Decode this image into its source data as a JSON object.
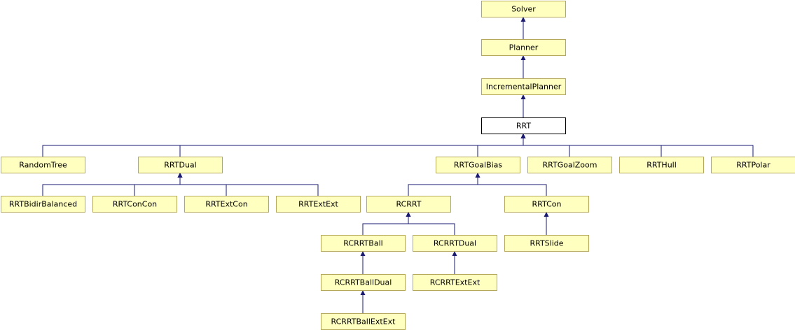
{
  "colors": {
    "background": "#ffffff",
    "node_fill": "#ffffc0",
    "node_border": "#b5a85a",
    "focus_fill": "#ffffff",
    "focus_border": "#000000",
    "edge": "#191970"
  },
  "nodes": [
    {
      "id": "solver",
      "label": "Solver"
    },
    {
      "id": "planner",
      "label": "Planner"
    },
    {
      "id": "incremental-planner",
      "label": "IncrementalPlanner"
    },
    {
      "id": "rrt",
      "label": "RRT",
      "focus": true
    },
    {
      "id": "random-tree",
      "label": "RandomTree"
    },
    {
      "id": "rrt-dual",
      "label": "RRTDual"
    },
    {
      "id": "rrt-goal-bias",
      "label": "RRTGoalBias"
    },
    {
      "id": "rrt-goal-zoom",
      "label": "RRTGoalZoom"
    },
    {
      "id": "rrt-hull",
      "label": "RRTHull"
    },
    {
      "id": "rrt-polar",
      "label": "RRTPolar"
    },
    {
      "id": "rrt-bidir-balanced",
      "label": "RRTBidirBalanced"
    },
    {
      "id": "rrt-con-con",
      "label": "RRTConCon"
    },
    {
      "id": "rrt-ext-con",
      "label": "RRTExtCon"
    },
    {
      "id": "rrt-ext-ext",
      "label": "RRTExtExt"
    },
    {
      "id": "rcrrt",
      "label": "RCRRT"
    },
    {
      "id": "rrt-con",
      "label": "RRTCon"
    },
    {
      "id": "rcrrt-ball",
      "label": "RCRRTBall"
    },
    {
      "id": "rcrrt-dual",
      "label": "RCRRTDual"
    },
    {
      "id": "rrt-slide",
      "label": "RRTSlide"
    },
    {
      "id": "rcrrt-ball-dual",
      "label": "RCRRTBallDual"
    },
    {
      "id": "rcrrt-ext-ext",
      "label": "RCRRTExtExt"
    },
    {
      "id": "rcrrt-ball-ext-ext",
      "label": "RCRRTBallExtExt"
    }
  ],
  "edges": [
    {
      "child": "planner",
      "parent": "solver"
    },
    {
      "child": "incremental-planner",
      "parent": "planner"
    },
    {
      "child": "rrt",
      "parent": "incremental-planner"
    },
    {
      "child": "random-tree",
      "parent": "rrt"
    },
    {
      "child": "rrt-dual",
      "parent": "rrt"
    },
    {
      "child": "rrt-goal-bias",
      "parent": "rrt"
    },
    {
      "child": "rrt-goal-zoom",
      "parent": "rrt"
    },
    {
      "child": "rrt-hull",
      "parent": "rrt"
    },
    {
      "child": "rrt-polar",
      "parent": "rrt"
    },
    {
      "child": "rrt-bidir-balanced",
      "parent": "rrt-dual"
    },
    {
      "child": "rrt-con-con",
      "parent": "rrt-dual"
    },
    {
      "child": "rrt-ext-con",
      "parent": "rrt-dual"
    },
    {
      "child": "rrt-ext-ext",
      "parent": "rrt-dual"
    },
    {
      "child": "rcrrt",
      "parent": "rrt-goal-bias"
    },
    {
      "child": "rrt-con",
      "parent": "rrt-goal-bias"
    },
    {
      "child": "rcrrt-ball",
      "parent": "rcrrt"
    },
    {
      "child": "rcrrt-dual",
      "parent": "rcrrt"
    },
    {
      "child": "rrt-slide",
      "parent": "rrt-con"
    },
    {
      "child": "rcrrt-ball-dual",
      "parent": "rcrrt-ball"
    },
    {
      "child": "rcrrt-ext-ext",
      "parent": "rcrrt-dual"
    },
    {
      "child": "rcrrt-ball-ext-ext",
      "parent": "rcrrt-ball-dual"
    }
  ]
}
